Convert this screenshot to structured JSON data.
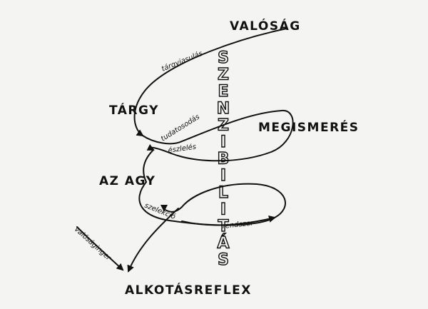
{
  "diagram": {
    "nodes": {
      "valosag": "VALÓSÁG",
      "targy": "TÁRGY",
      "megismeres": "MEGISMERÉS",
      "az_agy": "AZ AGY",
      "alkotasreflex": "ALKOTÁSREFLEX"
    },
    "edge_labels": {
      "targyiasulas": "tárgyiasulás",
      "tudatosodas": "tudatosodás",
      "eszleles": "észlelés",
      "szelekcio": "szelekció",
      "rendszer": "rendszer",
      "valosaginger": "valóságinger"
    },
    "vertical_word": "SZENZIBILITÁS",
    "vertical_letters": [
      "S",
      "Z",
      "E",
      "N",
      "Z",
      "I",
      "B",
      "I",
      "L",
      "I",
      "T",
      "Á",
      "S"
    ]
  }
}
